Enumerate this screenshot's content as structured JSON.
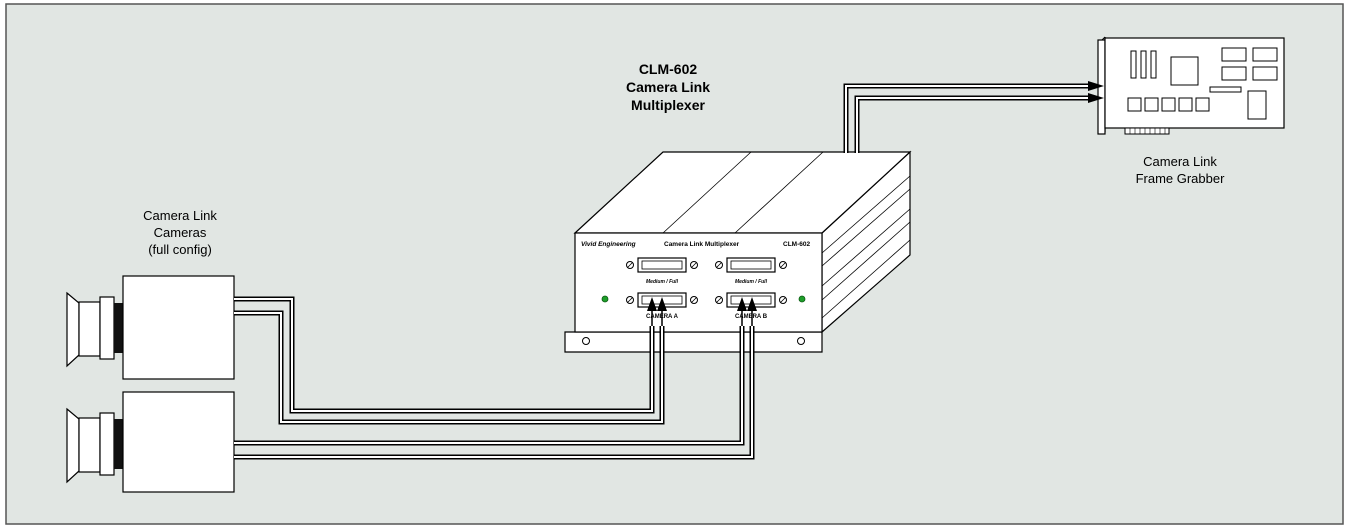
{
  "multiplexer": {
    "title": [
      "CLM-602",
      "Camera Link",
      "Multiplexer"
    ],
    "panel_brand": "Vivid Engineering",
    "panel_product": "Camera Link Multiplexer",
    "panel_model": "CLM-602",
    "connector_labels": [
      "Medium / Full",
      "Medium / Full"
    ],
    "port_labels": [
      "CAMERA A",
      "CAMERA B"
    ]
  },
  "frame_grabber": {
    "label": [
      "Camera Link",
      "Frame Grabber"
    ]
  },
  "cameras": {
    "label": [
      "Camera Link",
      "Cameras",
      "(full config)"
    ]
  },
  "colors": {
    "background": "#e1e6e3",
    "border": "#555555",
    "cable": "#000000",
    "cable_fill": "#ffffff",
    "led": "#1e9e2a"
  }
}
